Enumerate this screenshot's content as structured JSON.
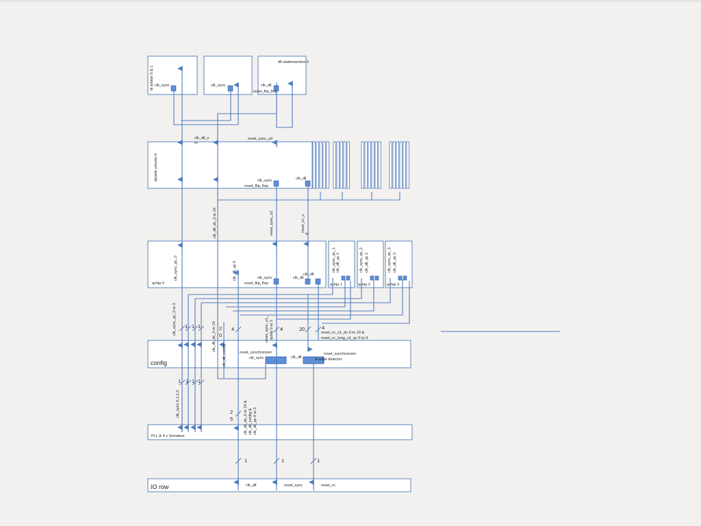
{
  "diagram": {
    "blocks": {
      "arbiter": "ttl arbiter 0 & 1",
      "dll_statemachine": "dll statemachine 0",
      "double_column": "double column  0",
      "qchip0": "qchip 0",
      "qchip1": "qchip 1",
      "qchip2": "qchip 2",
      "qchip3": "qchip 3",
      "config": "config",
      "pll": "PLL & 4 x Serializer",
      "io_row": "IO row"
    },
    "labels": {
      "clk_sync": "clk_sync",
      "clk_dll": "clk_dll",
      "reset_flip_flop": "reset_flip_flop",
      "clk_dll_s_m": "clk_dll_s\nm",
      "reset_sync_s3": "reset_sync_s3",
      "clk_dll_dc_0_to_19": "clk_dll_dc_0 to 19",
      "reset_sync_s2": "reset_sync_s2",
      "reset_cc_s": "reset_cc_s\nm",
      "clk_sync_qc_0": "clk_sync_qc_0",
      "clk_dll_qc_0": "clk_dll_qc 0",
      "clk_sync_qc_1": "clk_sync_qc_1",
      "clk_dll_qc_1": "clk_dll_qc 1",
      "clk_sync_qc_2": "clk_sync_qc_2",
      "clk_dll_qc_2": "clk_dll_qc 2",
      "clk_sync_qc_3": "clk_sync_qc_3",
      "clk_dll_qc_3": "clk_dll_qc 3",
      "clk_sync_qc_0_to_3": "clk_sync_qc_0 to 3",
      "clk_dll_dc_0_to_19_b": "clk_dll_dc_0 to 19",
      "clk_dll_config": "clk_dll_config",
      "reset_sync_s1_qchip": "reset_sync_s1_\nqchip 0 to 3",
      "reset_cc_s1": "reset_cc_s1_dc 0 to 19 &",
      "reset_cc_long": "reset_cc_long_s1_qc 0 to 3",
      "reset_synchronizer": "reset_synchronizer",
      "reset_synchronizer_edge": "reset_synchronizer\n& edge detector",
      "clk_sync_0123": "clk_sync 0,1,2,3",
      "clk_dll_bundle": "clk_dll_dc_0 to 19 &\nclk_dll_config &\nclk_dll_qc 0 to 3",
      "io_clk_dll": "clk_dll",
      "io_reset_sync": "reset_sync",
      "io_reset_cc": "reset_cc",
      "n1": "1",
      "n2": "2",
      "n0": "0",
      "n4": "4",
      "n20": "20",
      "n5": "5"
    },
    "colors": {
      "wire": "#4f7ac0",
      "register": "#5f8fd6",
      "box_border": "#5a82bf",
      "background": "#f3f1ef"
    }
  }
}
